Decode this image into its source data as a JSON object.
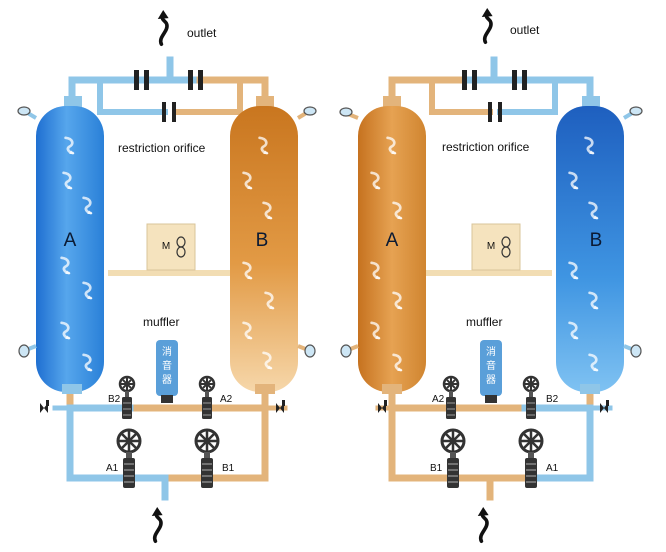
{
  "colors": {
    "blue_pipe": "#8fc6e8",
    "orange_pipe": "#e3b47b",
    "blue_tower": "#3a8fe0",
    "orange_tower": "#d58a2c",
    "shelf": "#f2ddb3",
    "motor_box": "#f5e3be",
    "valve_dark": "#333333"
  },
  "icons": {
    "flow_arrow": "curved-arrow-icon",
    "swirl": "swirl-arrow-icon",
    "valve": "butterfly-valve-icon",
    "muffler": "muffler-icon"
  },
  "left_diagram": {
    "outlet_label": "outlet",
    "orifice_label": "restriction orifice",
    "muffler_label": "muffler",
    "muffler_text": [
      "消",
      "音",
      "器"
    ],
    "motor_label": "M",
    "tower_left": "A",
    "tower_right": "B",
    "valve_top_left": "B2",
    "valve_top_right": "A2",
    "valve_bottom_left": "A1",
    "valve_bottom_right": "B1"
  },
  "right_diagram": {
    "outlet_label": "outlet",
    "orifice_label": "restriction orifice",
    "muffler_label": "muffler",
    "muffler_text": [
      "消",
      "音",
      "器"
    ],
    "motor_label": "M",
    "tower_left": "A",
    "tower_right": "B",
    "valve_top_left": "A2",
    "valve_top_right": "B2",
    "valve_bottom_left": "B1",
    "valve_bottom_right": "A1"
  }
}
